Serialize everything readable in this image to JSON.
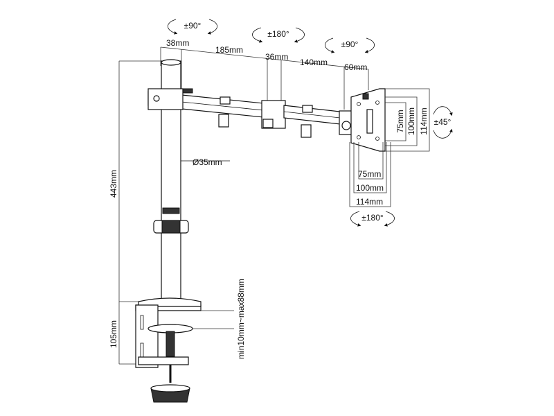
{
  "rotation": {
    "top_left": "±90°",
    "top_middle": "±180°",
    "top_right": "±90°",
    "right": "±45°",
    "bottom": "±180°"
  },
  "arm_dimensions": {
    "d1": "38mm",
    "d2": "185mm",
    "d3": "36mm",
    "d4": "140mm",
    "d5": "60mm"
  },
  "pole": {
    "diameter": "Ø35mm",
    "height": "443mm",
    "base_height": "105mm"
  },
  "clamp": {
    "range": "min10mm~max88mm"
  },
  "vesa_vertical": [
    "75mm",
    "100mm",
    "114mm"
  ],
  "vesa_horizontal": [
    "75mm",
    "100mm",
    "114mm"
  ]
}
